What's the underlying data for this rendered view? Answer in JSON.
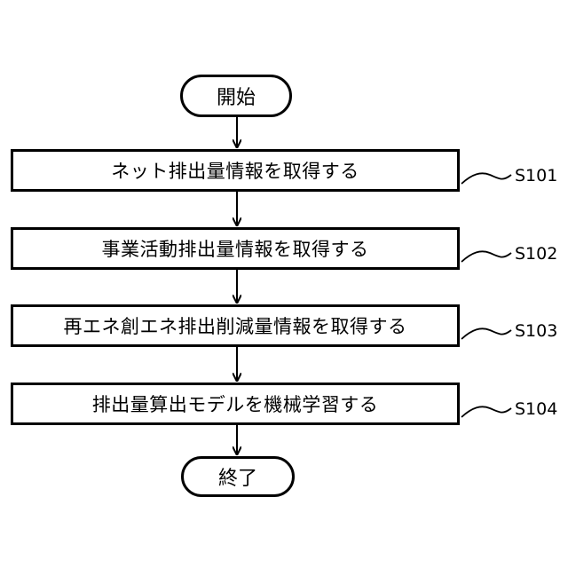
{
  "flowchart": {
    "start": {
      "label": "開始"
    },
    "steps": [
      {
        "id": "S101",
        "text": "ネット排出量情報を取得する"
      },
      {
        "id": "S102",
        "text": "事業活動排出量情報を取得する"
      },
      {
        "id": "S103",
        "text": "再エネ創エネ排出削減量情報を取得する"
      },
      {
        "id": "S104",
        "text": "排出量算出モデルを機械学習する"
      }
    ],
    "end": {
      "label": "終了"
    }
  }
}
